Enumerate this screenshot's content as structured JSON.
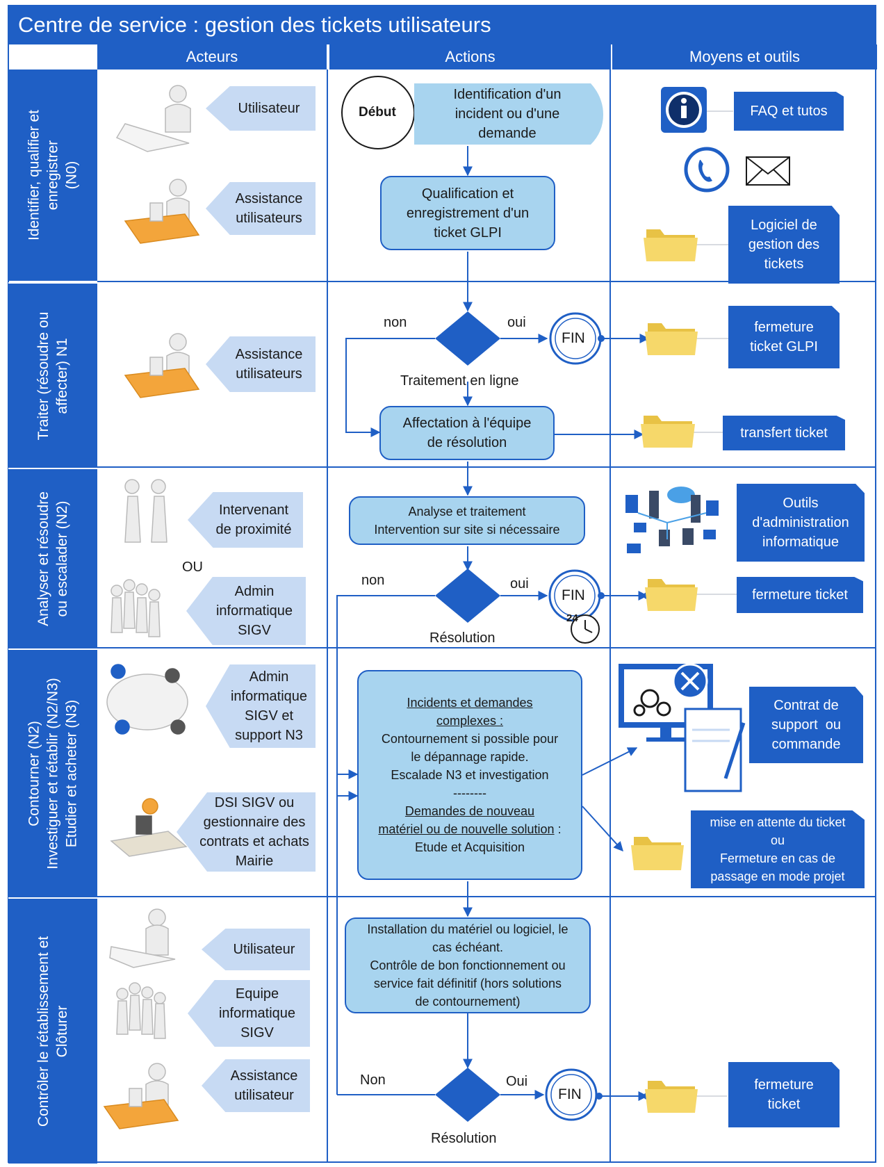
{
  "title": "Centre de service : gestion des tickets utilisateurs",
  "columns": {
    "actors": "Acteurs",
    "actions": "Actions",
    "tools": "Moyens et outils"
  },
  "lanes": [
    "Identifier, qualifier et\nenregistrer\n(N0)",
    "Traiter (résoudre ou\naffecter) N1",
    "Analyser et résoudre\nou escalader (N2)",
    "Contourner (N2)\nInvestiguer et rétablir (N2/N3)\nEtudier et acheter (N3)",
    "Contrôler le rétablissement et\nClôturer"
  ],
  "actors": {
    "l1_user": "Utilisateur",
    "l1_assist": "Assistance\nutilisateurs",
    "l2_assist": "Assistance\nutilisateurs",
    "l3_prox": "Intervenant\nde proximité",
    "l3_ou": "OU",
    "l3_admin": "Admin\ninformatique\nSIGV",
    "l4_admin": "Admin\ninformatique\nSIGV et\nsupport N3",
    "l4_dsi": "DSI SIGV ou\ngestionnaire des\ncontrats et achats\nMairie",
    "l5_user": "Utilisateur",
    "l5_equipe": "Equipe\ninformatique\nSIGV",
    "l5_assist": "Assistance\nutilisateur"
  },
  "actions": {
    "start": "Début",
    "ident": "Identification d'un\nincident ou d'une\ndemande",
    "qualif": "Qualification et\nenregistrement d'un\nticket GLPI",
    "no1": "non",
    "yes1": "oui",
    "fin": "FIN",
    "treatment": "Traitement en ligne",
    "affect": "Affectation à l'équipe\nde résolution",
    "analyse": "Analyse et traitement\nIntervention sur site si nécessaire",
    "no2": "non",
    "yes2": "oui",
    "resolution": "Résolution",
    "clock_label": "24",
    "complex_title": "Incidents et demandes\ncomplexes :",
    "complex_body": "Contournement si possible pour\nle dépannage rapide.\nEscalade N3 et investigation\n--------",
    "new_title": "Demandes de nouveau\nmatériel ou de nouvelle solution",
    "new_colon": " :",
    "new_body": "Etude et Acquisition",
    "install": "Installation du matériel ou logiciel, le\ncas échéant.\nContrôle de bon fonctionnement ou\nservice fait définitif (hors solutions\nde contournement)",
    "no3": "Non",
    "yes3": "Oui",
    "resolution2": "Résolution"
  },
  "tools": {
    "faq": "FAQ et tutos",
    "logiciel": "Logiciel de\ngestion des\ntickets",
    "close_glpi": "fermeture\nticket GLPI",
    "transfer": "transfert ticket",
    "admin_tools": "Outils\nd'administration\ninformatique",
    "close": "fermeture ticket",
    "contract": "Contrat de\nsupport  ou\ncommande",
    "waiting": "mise en attente du ticket\nou\nFermeture en cas de\npassage en mode projet",
    "close_final": "fermeture\nticket"
  },
  "icons": [
    "info-icon",
    "phone-icon",
    "mail-icon",
    "folder-icon",
    "network-icon",
    "gears-icon",
    "document-icon",
    "clock-icon",
    "user-desk-icon",
    "handshake-icon",
    "team-icon",
    "meeting-icon"
  ],
  "colors": {
    "blue": "#1f5fc5",
    "light_blue": "#a8d4ef",
    "tag_blue": "#c7daf3",
    "folder": "#f1cf5a"
  }
}
